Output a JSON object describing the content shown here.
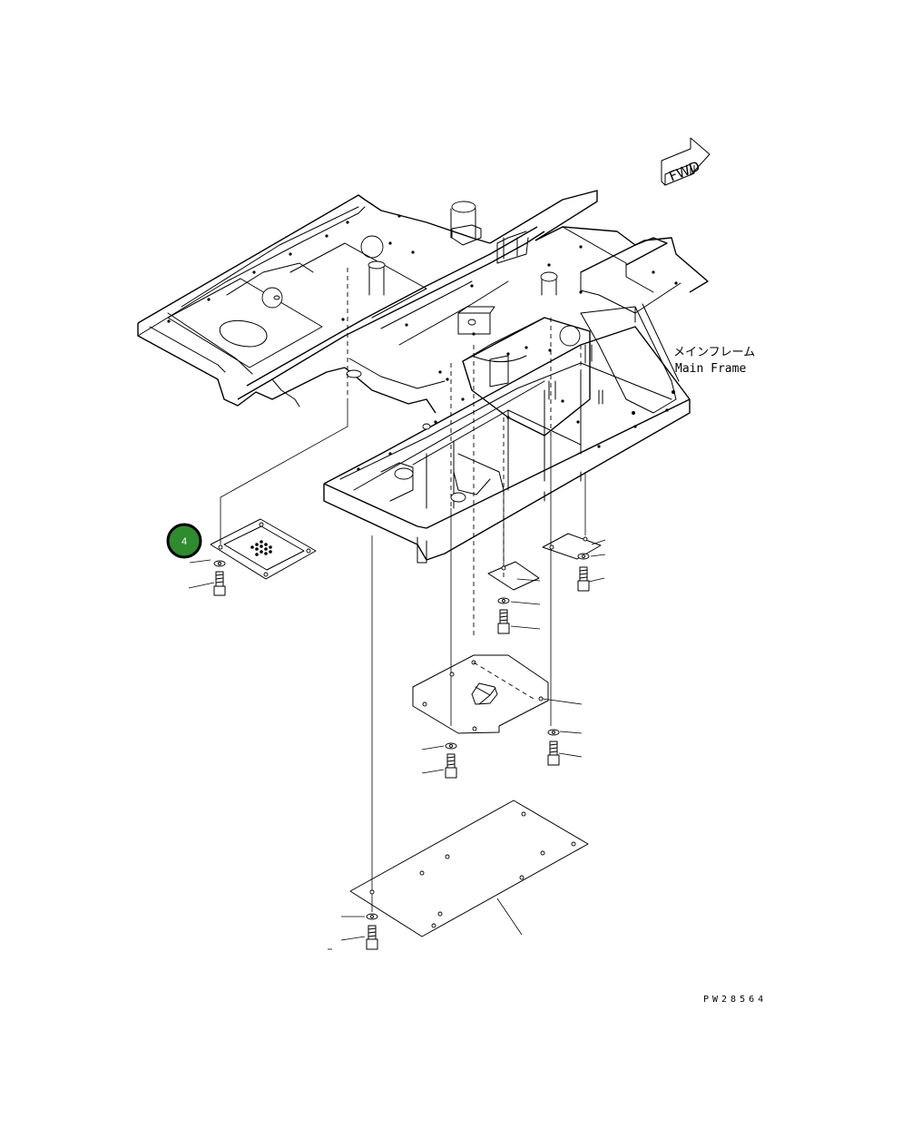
{
  "diagram": {
    "fwd_label": "FWD",
    "main_frame_label_jp": "メインフレーム",
    "main_frame_label_en": "Main Frame",
    "drawing_code": "PW28564",
    "callout_number": "4",
    "callout_color": "#2e8b2e"
  }
}
